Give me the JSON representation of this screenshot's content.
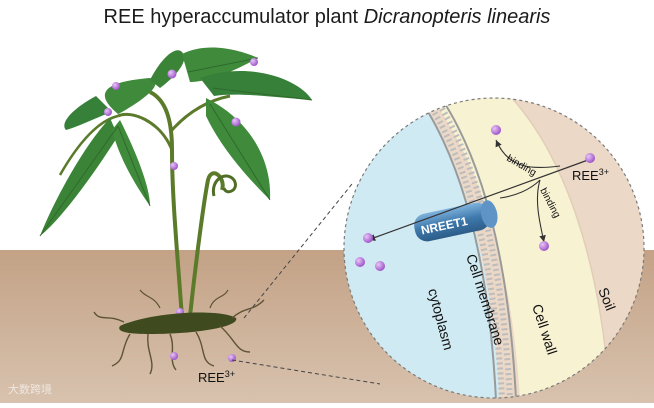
{
  "title": {
    "prefix": "REE hyperaccumulator plant",
    "species": "Dicranopteris linearis"
  },
  "labels": {
    "ree_ion": "REE",
    "ree_charge": "3+",
    "ree_soil": "REE",
    "ree_soil_charge": "3+",
    "transporter": "NREET1",
    "binding_upper": "binding",
    "binding_lower": "binding",
    "cytoplasm": "cytoplasm",
    "cell_membrane": "Cell membrane",
    "cell_wall": "Cell wall",
    "soil": "Soil"
  },
  "watermark": "大数跨境",
  "colors": {
    "soil": "#c6a98d",
    "cytoplasm": "#cfeaf2",
    "cell_wall": "#f7f2d2",
    "soil_zone": "#ecd8c6",
    "leaf": "#3f8a3b",
    "ion": "#b46bd6",
    "transporter": "#4f86b8"
  }
}
